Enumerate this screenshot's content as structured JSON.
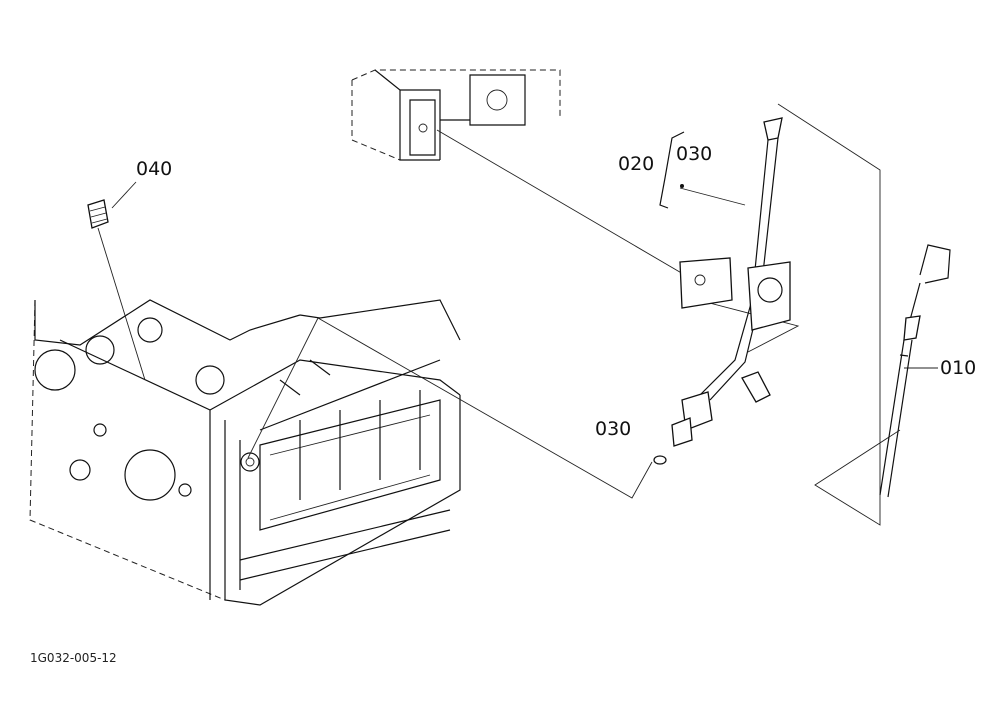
{
  "callouts": {
    "p040": "040",
    "p020": "020",
    "p030_upper": "030",
    "p030_lower": "030",
    "p010": "010"
  },
  "drawing_code": "1G032-005-12"
}
